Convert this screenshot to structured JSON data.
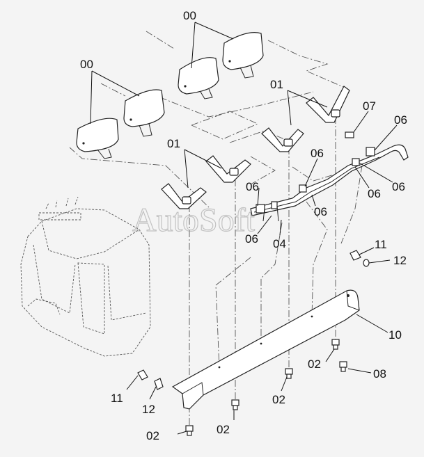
{
  "watermark": "AutoSoft",
  "callouts": {
    "headrest_top": "00",
    "headrest_left": "00",
    "bracket_upper": "01",
    "bracket_lower": "01",
    "bolt_a": "02",
    "bolt_b": "02",
    "bolt_c": "02",
    "bolt_d": "02",
    "harness": "04",
    "clip_1": "06",
    "clip_2": "06",
    "clip_3": "06",
    "clip_4": "06",
    "clip_5": "06",
    "clip_6": "06",
    "clip_7": "06",
    "connector": "07",
    "bolt_right": "08",
    "bar": "10",
    "washer_right": "11",
    "washer_left": "11",
    "nut_right": "12",
    "nut_left": "12"
  }
}
